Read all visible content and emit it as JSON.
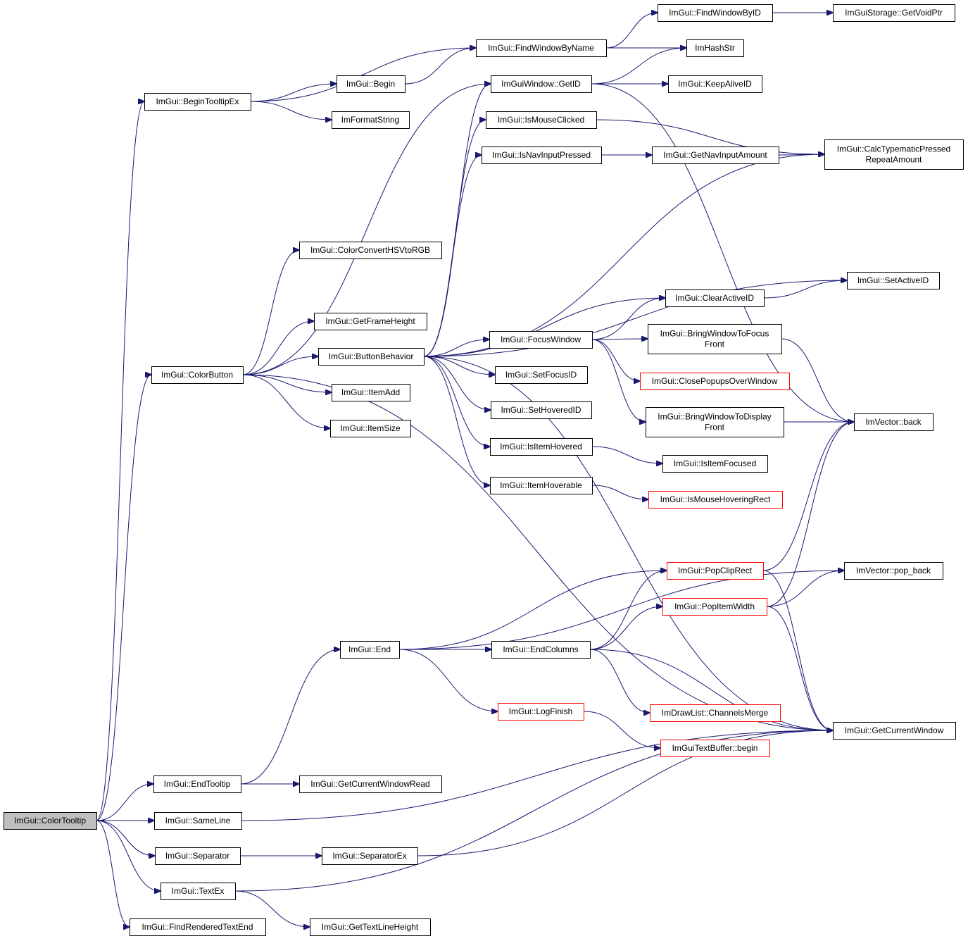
{
  "colors": {
    "edge": "#191970",
    "node_border": "#000000",
    "node_border_truncated": "#ff0000",
    "root_fill": "#bfbfbf",
    "node_fill": "#ffffff"
  },
  "nodes": [
    {
      "id": "ColorTooltip",
      "lines": [
        "ImGui::ColorTooltip"
      ],
      "style": "root"
    },
    {
      "id": "BeginTooltipEx",
      "lines": [
        "ImGui::BeginTooltipEx"
      ]
    },
    {
      "id": "Begin",
      "lines": [
        "ImGui::Begin"
      ]
    },
    {
      "id": "FindWindowByName",
      "lines": [
        "ImGui::FindWindowByName"
      ]
    },
    {
      "id": "FindWindowByID",
      "lines": [
        "ImGui::FindWindowByID"
      ]
    },
    {
      "id": "GetVoidPtr",
      "lines": [
        "ImGuiStorage::GetVoidPtr"
      ]
    },
    {
      "id": "ImHashStr",
      "lines": [
        "ImHashStr"
      ]
    },
    {
      "id": "ImFormatString",
      "lines": [
        "ImFormatString"
      ]
    },
    {
      "id": "ColorButton",
      "lines": [
        "ImGui::ColorButton"
      ]
    },
    {
      "id": "ButtonBehavior",
      "lines": [
        "ImGui::ButtonBehavior"
      ]
    },
    {
      "id": "GetID",
      "lines": [
        "ImGuiWindow::GetID"
      ]
    },
    {
      "id": "KeepAliveID",
      "lines": [
        "ImGui::KeepAliveID"
      ]
    },
    {
      "id": "ImVectorBack",
      "lines": [
        "ImVector::back"
      ]
    },
    {
      "id": "IsMouseClicked",
      "lines": [
        "ImGui::IsMouseClicked"
      ]
    },
    {
      "id": "CalcTypematic",
      "lines": [
        "ImGui::CalcTypematicPressed",
        "RepeatAmount"
      ]
    },
    {
      "id": "IsNavInputPressed",
      "lines": [
        "ImGui::IsNavInputPressed"
      ]
    },
    {
      "id": "GetNavInputAmount",
      "lines": [
        "ImGui::GetNavInputAmount"
      ]
    },
    {
      "id": "SetActiveID",
      "lines": [
        "ImGui::SetActiveID"
      ]
    },
    {
      "id": "ClearActiveID",
      "lines": [
        "ImGui::ClearActiveID"
      ]
    },
    {
      "id": "FocusWindow",
      "lines": [
        "ImGui::FocusWindow"
      ]
    },
    {
      "id": "BringToFocus",
      "lines": [
        "ImGui::BringWindowToFocus",
        "Front"
      ]
    },
    {
      "id": "ClosePopups",
      "lines": [
        "ImGui::ClosePopupsOverWindow"
      ],
      "style": "red"
    },
    {
      "id": "BringToDisplay",
      "lines": [
        "ImGui::BringWindowToDisplay",
        "Front"
      ]
    },
    {
      "id": "SetFocusID",
      "lines": [
        "ImGui::SetFocusID"
      ]
    },
    {
      "id": "SetHoveredID",
      "lines": [
        "ImGui::SetHoveredID"
      ]
    },
    {
      "id": "IsItemHovered",
      "lines": [
        "ImGui::IsItemHovered"
      ]
    },
    {
      "id": "IsItemFocused",
      "lines": [
        "ImGui::IsItemFocused"
      ]
    },
    {
      "id": "ItemHoverable",
      "lines": [
        "ImGui::ItemHoverable"
      ]
    },
    {
      "id": "IsMouseHoveringRect",
      "lines": [
        "ImGui::IsMouseHoveringRect"
      ],
      "style": "red"
    },
    {
      "id": "GetCurrentWindow",
      "lines": [
        "ImGui::GetCurrentWindow"
      ]
    },
    {
      "id": "ColorConvert",
      "lines": [
        "ImGui::ColorConvertHSVtoRGB"
      ]
    },
    {
      "id": "GetFrameHeight",
      "lines": [
        "ImGui::GetFrameHeight"
      ]
    },
    {
      "id": "ItemAdd",
      "lines": [
        "ImGui::ItemAdd"
      ]
    },
    {
      "id": "ItemSize",
      "lines": [
        "ImGui::ItemSize"
      ]
    },
    {
      "id": "PopClipRect",
      "lines": [
        "ImGui::PopClipRect"
      ],
      "style": "red"
    },
    {
      "id": "PopBack",
      "lines": [
        "ImVector::pop_back"
      ]
    },
    {
      "id": "PopItemWidth",
      "lines": [
        "ImGui::PopItemWidth"
      ],
      "style": "red"
    },
    {
      "id": "End",
      "lines": [
        "ImGui::End"
      ]
    },
    {
      "id": "EndColumns",
      "lines": [
        "ImGui::EndColumns"
      ]
    },
    {
      "id": "ChannelsMerge",
      "lines": [
        "ImDrawList::ChannelsMerge"
      ],
      "style": "red"
    },
    {
      "id": "LogFinish",
      "lines": [
        "ImGui::LogFinish"
      ],
      "style": "red"
    },
    {
      "id": "TextBufferBegin",
      "lines": [
        "ImGuiTextBuffer::begin"
      ],
      "style": "red"
    },
    {
      "id": "EndTooltip",
      "lines": [
        "ImGui::EndTooltip"
      ]
    },
    {
      "id": "GetCurrentWindowRead",
      "lines": [
        "ImGui::GetCurrentWindowRead"
      ]
    },
    {
      "id": "SameLine",
      "lines": [
        "ImGui::SameLine"
      ]
    },
    {
      "id": "Separator",
      "lines": [
        "ImGui::Separator"
      ]
    },
    {
      "id": "SeparatorEx",
      "lines": [
        "ImGui::SeparatorEx"
      ]
    },
    {
      "id": "TextEx",
      "lines": [
        "ImGui::TextEx"
      ]
    },
    {
      "id": "FindRenderedTextEnd",
      "lines": [
        "ImGui::FindRenderedTextEnd"
      ]
    },
    {
      "id": "GetTextLineHeight",
      "lines": [
        "ImGui::GetTextLineHeight"
      ]
    }
  ],
  "edges": [
    [
      "ColorTooltip",
      "BeginTooltipEx"
    ],
    [
      "ColorTooltip",
      "ColorButton"
    ],
    [
      "ColorTooltip",
      "EndTooltip"
    ],
    [
      "ColorTooltip",
      "SameLine"
    ],
    [
      "ColorTooltip",
      "Separator"
    ],
    [
      "ColorTooltip",
      "TextEx"
    ],
    [
      "ColorTooltip",
      "FindRenderedTextEnd"
    ],
    [
      "BeginTooltipEx",
      "FindWindowByName"
    ],
    [
      "BeginTooltipEx",
      "Begin"
    ],
    [
      "BeginTooltipEx",
      "ImFormatString"
    ],
    [
      "Begin",
      "FindWindowByName"
    ],
    [
      "FindWindowByName",
      "FindWindowByID"
    ],
    [
      "FindWindowByName",
      "ImHashStr"
    ],
    [
      "FindWindowByID",
      "GetVoidPtr"
    ],
    [
      "ColorButton",
      "ColorConvert"
    ],
    [
      "ColorButton",
      "GetFrameHeight"
    ],
    [
      "ColorButton",
      "ButtonBehavior"
    ],
    [
      "ColorButton",
      "ItemAdd"
    ],
    [
      "ColorButton",
      "ItemSize"
    ],
    [
      "ColorButton",
      "GetCurrentWindow"
    ],
    [
      "ColorButton",
      "GetID"
    ],
    [
      "ButtonBehavior",
      "GetID"
    ],
    [
      "ButtonBehavior",
      "IsMouseClicked"
    ],
    [
      "ButtonBehavior",
      "IsNavInputPressed"
    ],
    [
      "ButtonBehavior",
      "CalcTypematic"
    ],
    [
      "ButtonBehavior",
      "SetActiveID"
    ],
    [
      "ButtonBehavior",
      "ClearActiveID"
    ],
    [
      "ButtonBehavior",
      "FocusWindow"
    ],
    [
      "ButtonBehavior",
      "SetFocusID"
    ],
    [
      "ButtonBehavior",
      "SetHoveredID"
    ],
    [
      "ButtonBehavior",
      "IsItemHovered"
    ],
    [
      "ButtonBehavior",
      "ItemHoverable"
    ],
    [
      "ButtonBehavior",
      "GetCurrentWindow"
    ],
    [
      "GetID",
      "ImHashStr"
    ],
    [
      "GetID",
      "KeepAliveID"
    ],
    [
      "GetID",
      "ImVectorBack"
    ],
    [
      "IsMouseClicked",
      "CalcTypematic"
    ],
    [
      "IsNavInputPressed",
      "GetNavInputAmount"
    ],
    [
      "GetNavInputAmount",
      "CalcTypematic"
    ],
    [
      "ClearActiveID",
      "SetActiveID"
    ],
    [
      "FocusWindow",
      "ClearActiveID"
    ],
    [
      "FocusWindow",
      "BringToFocus"
    ],
    [
      "FocusWindow",
      "ClosePopups"
    ],
    [
      "FocusWindow",
      "BringToDisplay"
    ],
    [
      "BringToFocus",
      "ImVectorBack"
    ],
    [
      "BringToDisplay",
      "ImVectorBack"
    ],
    [
      "IsItemHovered",
      "IsItemFocused"
    ],
    [
      "ItemHoverable",
      "IsMouseHoveringRect"
    ],
    [
      "PopClipRect",
      "ImVectorBack"
    ],
    [
      "PopClipRect",
      "GetCurrentWindow"
    ],
    [
      "PopItemWidth",
      "PopBack"
    ],
    [
      "PopItemWidth",
      "ImVectorBack"
    ],
    [
      "PopItemWidth",
      "GetCurrentWindow"
    ],
    [
      "End",
      "PopBack"
    ],
    [
      "End",
      "PopClipRect"
    ],
    [
      "End",
      "EndColumns"
    ],
    [
      "End",
      "LogFinish"
    ],
    [
      "EndColumns",
      "PopClipRect"
    ],
    [
      "EndColumns",
      "PopItemWidth"
    ],
    [
      "EndColumns",
      "ChannelsMerge"
    ],
    [
      "EndColumns",
      "GetCurrentWindow"
    ],
    [
      "LogFinish",
      "TextBufferBegin"
    ],
    [
      "EndTooltip",
      "End"
    ],
    [
      "EndTooltip",
      "GetCurrentWindowRead"
    ],
    [
      "SameLine",
      "GetCurrentWindow"
    ],
    [
      "Separator",
      "SeparatorEx"
    ],
    [
      "SeparatorEx",
      "GetCurrentWindow"
    ],
    [
      "TextEx",
      "GetCurrentWindow"
    ],
    [
      "TextEx",
      "GetTextLineHeight"
    ]
  ]
}
